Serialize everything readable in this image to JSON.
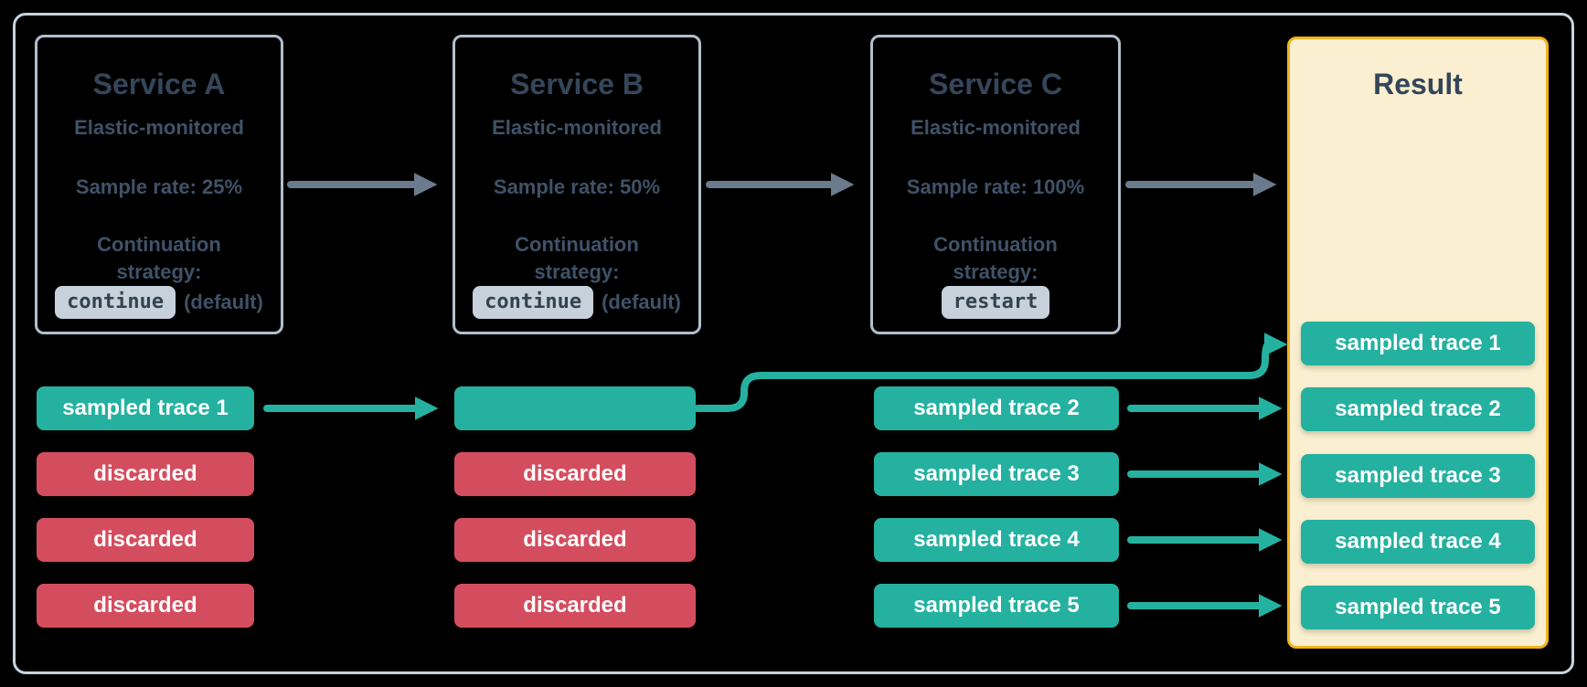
{
  "palette": {
    "background": "#000000",
    "frame_border": "#c8d3dd",
    "box_border": "#b2bfcc",
    "title_text": "#35465a",
    "body_text": "#3f5268",
    "code_bg": "#c6d1dc",
    "code_text": "#33424f",
    "teal": "#25b1a0",
    "red": "#d44d5e",
    "arrow_gray": "#6b7a8c",
    "result_bg": "#faf0d1",
    "result_border": "#f2b31c",
    "badge_text": "#ffffff"
  },
  "services": [
    {
      "title": "Service A",
      "monitored": "Elastic-monitored",
      "sample_rate": "Sample rate: 25%",
      "continuation_label": "Continuation strategy:",
      "strategy_code": "continue",
      "strategy_suffix": "(default)"
    },
    {
      "title": "Service B",
      "monitored": "Elastic-monitored",
      "sample_rate": "Sample rate: 50%",
      "continuation_label": "Continuation strategy:",
      "strategy_code": "continue",
      "strategy_suffix": "(default)"
    },
    {
      "title": "Service C",
      "monitored": "Elastic-monitored",
      "sample_rate": "Sample rate: 100%",
      "continuation_label": "Continuation strategy:",
      "strategy_code": "restart",
      "strategy_suffix": ""
    }
  ],
  "lanes": {
    "service_a": [
      {
        "label": "sampled trace 1",
        "type": "sampled"
      },
      {
        "label": "discarded",
        "type": "discarded"
      },
      {
        "label": "discarded",
        "type": "discarded"
      },
      {
        "label": "discarded",
        "type": "discarded"
      }
    ],
    "service_b": [
      {
        "label": "",
        "type": "sampled"
      },
      {
        "label": "discarded",
        "type": "discarded"
      },
      {
        "label": "discarded",
        "type": "discarded"
      },
      {
        "label": "discarded",
        "type": "discarded"
      }
    ],
    "service_c": [
      {
        "label": "sampled trace 2",
        "type": "sampled"
      },
      {
        "label": "sampled trace 3",
        "type": "sampled"
      },
      {
        "label": "sampled trace 4",
        "type": "sampled"
      },
      {
        "label": "sampled trace 5",
        "type": "sampled"
      }
    ]
  },
  "result": {
    "title": "Result",
    "rows": [
      {
        "label": "sampled trace 1"
      },
      {
        "label": "sampled trace 2"
      },
      {
        "label": "sampled trace 3"
      },
      {
        "label": "sampled trace 4"
      },
      {
        "label": "sampled trace 5"
      }
    ]
  }
}
